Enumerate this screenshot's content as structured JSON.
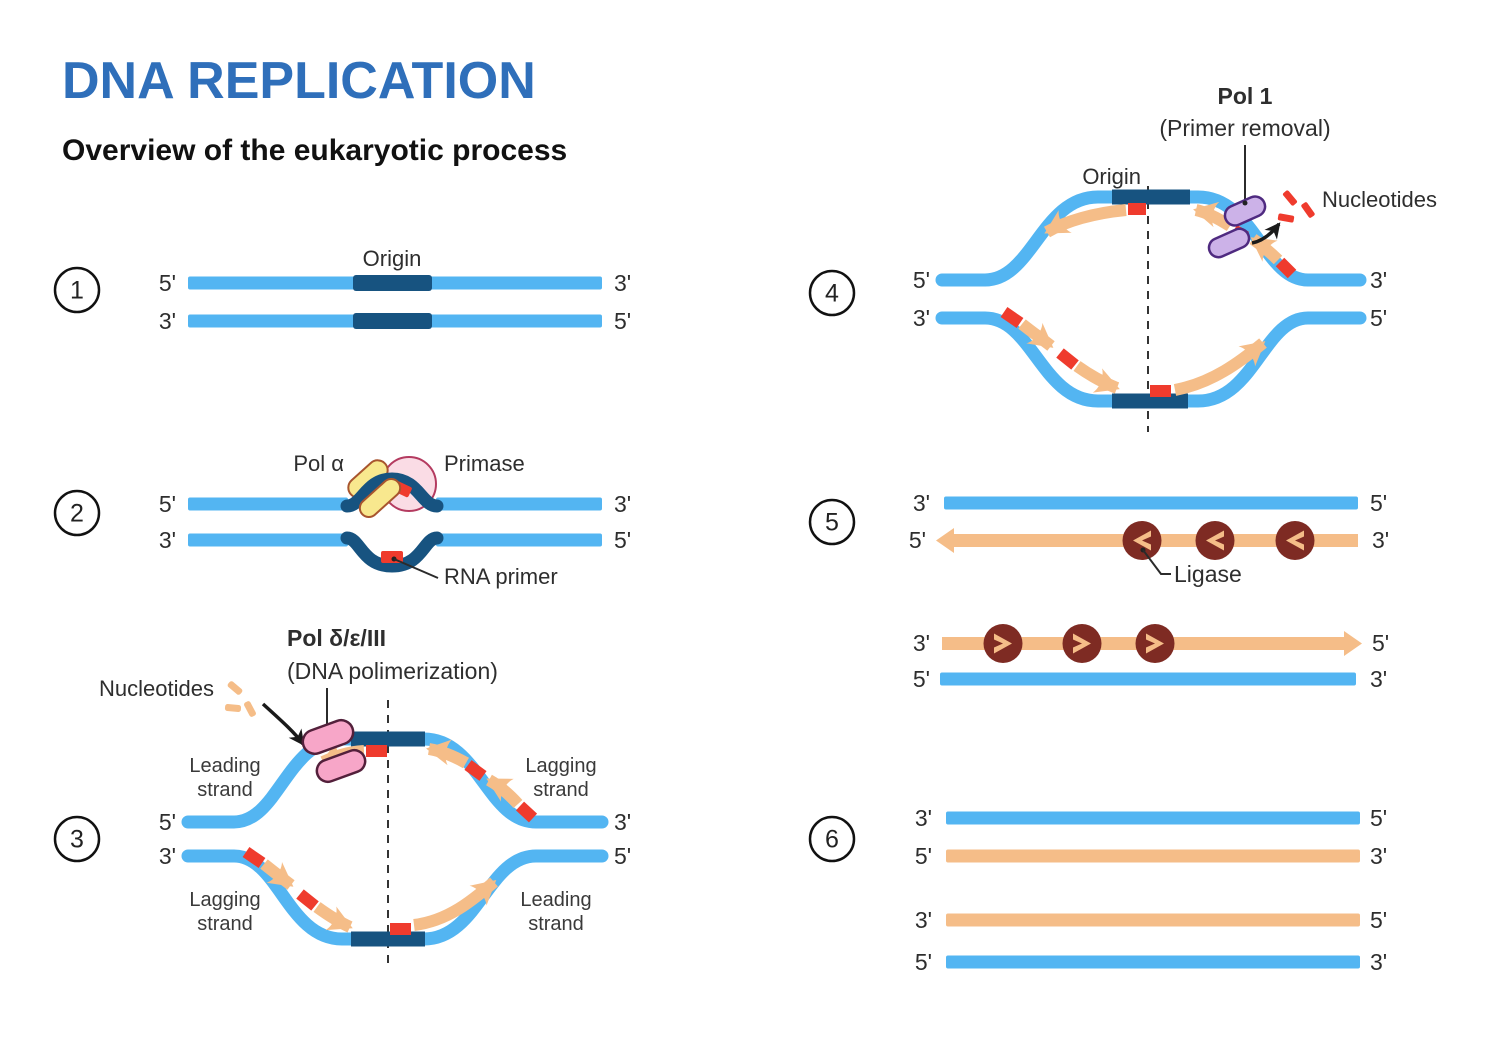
{
  "title": "DNA REPLICATION",
  "subtitle": "Overview of the eukaryotic process",
  "palette": {
    "title_blue": "#2f6fba",
    "strand_blue": "#53b5f2",
    "origin_navy": "#175380",
    "primer_red": "#ef3b2d",
    "new_strand_orange": "#f5bd88",
    "pol_alpha_yellow": "#f8e88e",
    "pol_alpha_outline": "#a8552e",
    "primase_pink": "#fadce5",
    "primase_outline": "#b43b60",
    "pol_delta_pink": "#f7a6c8",
    "pol_delta_outline": "#53203b",
    "pol1_purple": "#ccb2e8",
    "pol1_outline": "#4f2a80",
    "ligase_maroon": "#7e2b23",
    "text_dark": "#2e2e2e"
  },
  "step1": {
    "number": "1",
    "origin_label": "Origin",
    "top_left": "5'",
    "top_right": "3'",
    "bottom_left": "3'",
    "bottom_right": "5'"
  },
  "step2": {
    "number": "2",
    "pol_alpha_label": "Pol α",
    "primase_label": "Primase",
    "rna_primer_label": "RNA primer",
    "top_left": "5'",
    "top_right": "3'",
    "bottom_left": "3'",
    "bottom_right": "5'"
  },
  "step3": {
    "number": "3",
    "enzyme_label": "Pol δ/ε/III",
    "enzyme_sublabel": "(DNA polimerization)",
    "nucleotides_label": "Nucleotides",
    "top_left_strand_line1": "Leading",
    "top_left_strand_line2": "strand",
    "top_right_strand_line1": "Lagging",
    "top_right_strand_line2": "strand",
    "bottom_left_strand_line1": "Lagging",
    "bottom_left_strand_line2": "strand",
    "bottom_right_strand_line1": "Leading",
    "bottom_right_strand_line2": "strand",
    "top_left": "5'",
    "top_right": "3'",
    "bottom_left": "3'",
    "bottom_right": "5'"
  },
  "step4": {
    "number": "4",
    "enzyme_label": "Pol 1",
    "enzyme_sublabel": "(Primer removal)",
    "origin_label": "Origin",
    "nucleotides_label": "Nucleotides",
    "top_left": "5'",
    "top_right": "3'",
    "bottom_left": "3'",
    "bottom_right": "5'"
  },
  "step5": {
    "number": "5",
    "ligase_label": "Ligase",
    "row1_left": "3'",
    "row1_right": "5'",
    "row2_left": "5'",
    "row2_right": "3'",
    "row3_left": "3'",
    "row3_right": "5'",
    "row4_left": "5'",
    "row4_right": "3'"
  },
  "step6": {
    "number": "6",
    "row1_left": "3'",
    "row1_right": "5'",
    "row2_left": "5'",
    "row2_right": "3'",
    "row3_left": "3'",
    "row3_right": "5'",
    "row4_left": "5'",
    "row4_right": "3'"
  }
}
